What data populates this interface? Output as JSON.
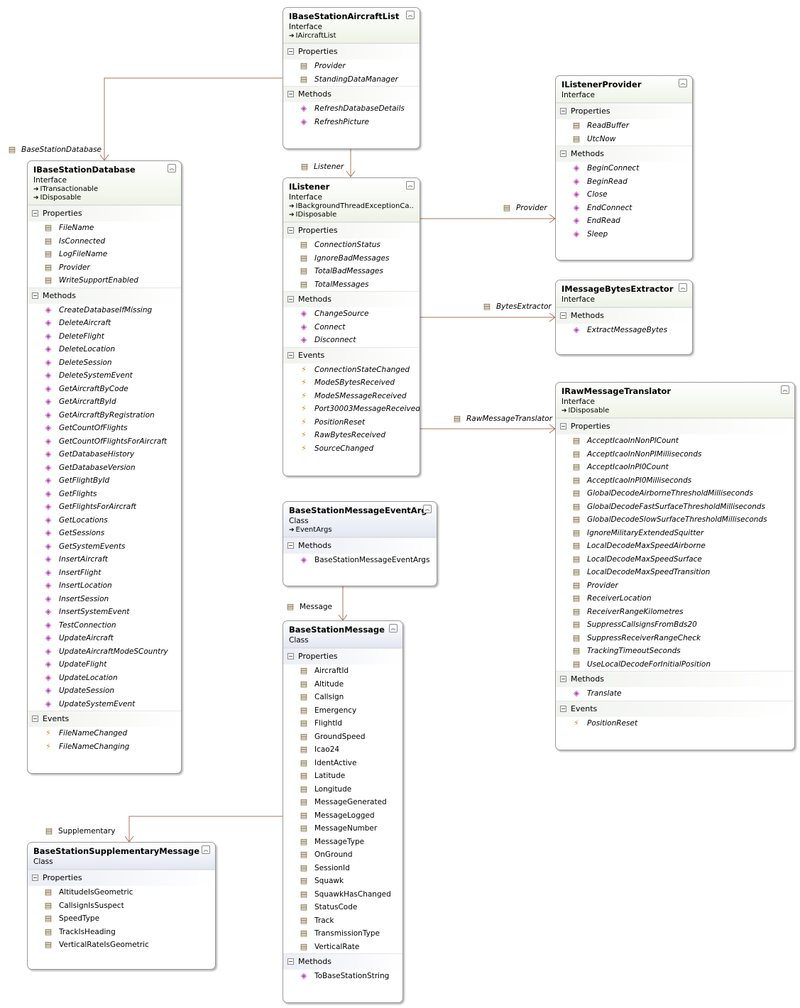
{
  "icons": {
    "property": "property-icon",
    "method": "method-icon",
    "event": "event-icon"
  },
  "labels": {
    "base_station_database": "BaseStationDatabase",
    "listener": "Listener",
    "provider": "Provider",
    "bytes_extractor": "BytesExtractor",
    "raw_message_translator": "RawMessageTranslator",
    "message": "Message",
    "supplementary": "Supplementary"
  },
  "boxes": {
    "aircraft_list": {
      "title": "IBaseStationAircraftList",
      "kind": "Interface",
      "inherits": [
        "IAircraftList"
      ],
      "properties_label": "Properties",
      "properties": [
        "Provider",
        "StandingDataManager"
      ],
      "methods_label": "Methods",
      "methods": [
        "RefreshDatabaseDetails",
        "RefreshPicture"
      ]
    },
    "database": {
      "title": "IBaseStationDatabase",
      "kind": "Interface",
      "inherits": [
        "ITransactionable",
        "IDisposable"
      ],
      "properties_label": "Properties",
      "properties": [
        "FileName",
        "IsConnected",
        "LogFileName",
        "Provider",
        "WriteSupportEnabled"
      ],
      "methods_label": "Methods",
      "methods": [
        "CreateDatabaseIfMissing",
        "DeleteAircraft",
        "DeleteFlight",
        "DeleteLocation",
        "DeleteSession",
        "DeleteSystemEvent",
        "GetAircraftByCode",
        "GetAircraftById",
        "GetAircraftByRegistration",
        "GetCountOfFlights",
        "GetCountOfFlightsForAircraft",
        "GetDatabaseHistory",
        "GetDatabaseVersion",
        "GetFlightById",
        "GetFlights",
        "GetFlightsForAircraft",
        "GetLocations",
        "GetSessions",
        "GetSystemEvents",
        "InsertAircraft",
        "InsertFlight",
        "InsertLocation",
        "InsertSession",
        "InsertSystemEvent",
        "TestConnection",
        "UpdateAircraft",
        "UpdateAircraftModeSCountry",
        "UpdateFlight",
        "UpdateLocation",
        "UpdateSession",
        "UpdateSystemEvent"
      ],
      "events_label": "Events",
      "events": [
        "FileNameChanged",
        "FileNameChanging"
      ]
    },
    "listener": {
      "title": "IListener",
      "kind": "Interface",
      "inherits": [
        "IBackgroundThreadExceptionCa...",
        "IDisposable"
      ],
      "properties_label": "Properties",
      "properties": [
        "ConnectionStatus",
        "IgnoreBadMessages",
        "TotalBadMessages",
        "TotalMessages"
      ],
      "methods_label": "Methods",
      "methods": [
        "ChangeSource",
        "Connect",
        "Disconnect"
      ],
      "events_label": "Events",
      "events": [
        "ConnectionStateChanged",
        "ModeSBytesReceived",
        "ModeSMessageReceived",
        "Port30003MessageReceived",
        "PositionReset",
        "RawBytesReceived",
        "SourceChanged"
      ]
    },
    "listener_provider": {
      "title": "IListenerProvider",
      "kind": "Interface",
      "inherits": [],
      "properties_label": "Properties",
      "properties": [
        "ReadBuffer",
        "UtcNow"
      ],
      "methods_label": "Methods",
      "methods": [
        "BeginConnect",
        "BeginRead",
        "Close",
        "EndConnect",
        "EndRead",
        "Sleep"
      ]
    },
    "bytes_extractor": {
      "title": "IMessageBytesExtractor",
      "kind": "Interface",
      "inherits": [],
      "methods_label": "Methods",
      "methods": [
        "ExtractMessageBytes"
      ]
    },
    "translator": {
      "title": "IRawMessageTranslator",
      "kind": "Interface",
      "inherits": [
        "IDisposable"
      ],
      "properties_label": "Properties",
      "properties": [
        "AcceptIcaoInNonPICount",
        "AcceptIcaoInNonPIMilliseconds",
        "AcceptIcaoInPI0Count",
        "AcceptIcaoInPI0Milliseconds",
        "GlobalDecodeAirborneThresholdMilliseconds",
        "GlobalDecodeFastSurfaceThresholdMilliseconds",
        "GlobalDecodeSlowSurfaceThresholdMilliseconds",
        "IgnoreMilitaryExtendedSquitter",
        "LocalDecodeMaxSpeedAirborne",
        "LocalDecodeMaxSpeedSurface",
        "LocalDecodeMaxSpeedTransition",
        "Provider",
        "ReceiverLocation",
        "ReceiverRangeKilometres",
        "SuppressCallsignsFromBds20",
        "SuppressReceiverRangeCheck",
        "TrackingTimeoutSeconds",
        "UseLocalDecodeForInitialPosition"
      ],
      "methods_label": "Methods",
      "methods": [
        "Translate"
      ],
      "events_label": "Events",
      "events": [
        "PositionReset"
      ]
    },
    "event_args": {
      "title": "BaseStationMessageEventArgs",
      "kind": "Class",
      "inherits": [
        "EventArgs"
      ],
      "methods_label": "Methods",
      "methods": [
        "BaseStationMessageEventArgs"
      ]
    },
    "message": {
      "title": "BaseStationMessage",
      "kind": "Class",
      "inherits": [],
      "properties_label": "Properties",
      "properties": [
        "AircraftId",
        "Altitude",
        "Callsign",
        "Emergency",
        "FlightId",
        "GroundSpeed",
        "Icao24",
        "IdentActive",
        "Latitude",
        "Longitude",
        "MessageGenerated",
        "MessageLogged",
        "MessageNumber",
        "MessageType",
        "OnGround",
        "SessionId",
        "Squawk",
        "SquawkHasChanged",
        "StatusCode",
        "Track",
        "TransmissionType",
        "VerticalRate"
      ],
      "methods_label": "Methods",
      "methods": [
        "ToBaseStationString"
      ]
    },
    "supplementary": {
      "title": "BaseStationSupplementaryMessage",
      "kind": "Class",
      "inherits": [],
      "properties_label": "Properties",
      "properties": [
        "AltitudeIsGeometric",
        "CallsignIsSuspect",
        "SpeedType",
        "TrackIsHeading",
        "VerticalRateIsGeometric"
      ]
    }
  }
}
